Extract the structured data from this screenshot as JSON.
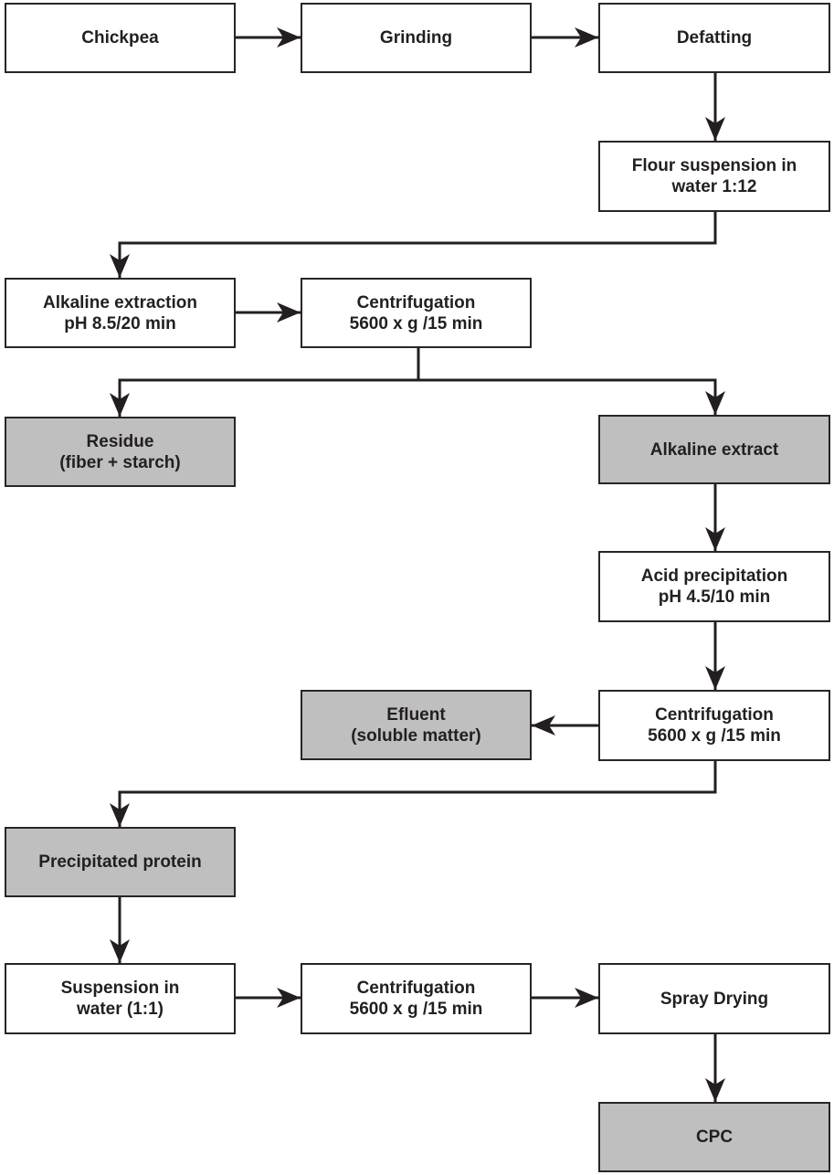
{
  "colors": {
    "line": "#231f20",
    "product_fill": "#c0bfbf",
    "step_fill": "#ffffff"
  },
  "nodes": {
    "chickpea": {
      "lines": [
        "Chickpea"
      ],
      "kind": "step"
    },
    "grinding": {
      "lines": [
        "Grinding"
      ],
      "kind": "step"
    },
    "defatting": {
      "lines": [
        "Defatting"
      ],
      "kind": "step"
    },
    "flour": {
      "lines": [
        "Flour suspension in",
        "water 1:12"
      ],
      "kind": "step"
    },
    "alkaline": {
      "lines": [
        "Alkaline extraction",
        "pH 8.5/20 min"
      ],
      "kind": "step"
    },
    "centrif1": {
      "lines": [
        "Centrifugation",
        "5600 x g /15 min"
      ],
      "kind": "step"
    },
    "residue": {
      "lines": [
        "Residue",
        "(fiber + starch)"
      ],
      "kind": "product"
    },
    "alk_extract": {
      "lines": [
        "Alkaline extract"
      ],
      "kind": "product"
    },
    "acid": {
      "lines": [
        "Acid precipitation",
        "pH 4.5/10 min"
      ],
      "kind": "step"
    },
    "centrif2": {
      "lines": [
        "Centrifugation",
        "5600 x g /15 min"
      ],
      "kind": "step"
    },
    "efluent": {
      "lines": [
        "Efluent",
        "(soluble matter)"
      ],
      "kind": "product"
    },
    "precip_protein": {
      "lines": [
        "Precipitated protein"
      ],
      "kind": "product"
    },
    "suspension": {
      "lines": [
        "Suspension in",
        "water (1:1)"
      ],
      "kind": "step"
    },
    "centrif3": {
      "lines": [
        "Centrifugation",
        "5600 x g /15 min"
      ],
      "kind": "step"
    },
    "spray": {
      "lines": [
        "Spray Drying"
      ],
      "kind": "step"
    },
    "cpc": {
      "lines": [
        "CPC"
      ],
      "kind": "product"
    }
  },
  "edges": [
    {
      "from": "chickpea",
      "to": "grinding"
    },
    {
      "from": "grinding",
      "to": "defatting"
    },
    {
      "from": "defatting",
      "to": "flour"
    },
    {
      "from": "flour",
      "to": "alkaline"
    },
    {
      "from": "alkaline",
      "to": "centrif1"
    },
    {
      "from": "centrif1",
      "to": "residue"
    },
    {
      "from": "centrif1",
      "to": "alk_extract"
    },
    {
      "from": "alk_extract",
      "to": "acid"
    },
    {
      "from": "acid",
      "to": "centrif2"
    },
    {
      "from": "centrif2",
      "to": "efluent"
    },
    {
      "from": "centrif2",
      "to": "precip_protein"
    },
    {
      "from": "precip_protein",
      "to": "suspension"
    },
    {
      "from": "suspension",
      "to": "centrif3"
    },
    {
      "from": "centrif3",
      "to": "spray"
    },
    {
      "from": "spray",
      "to": "cpc"
    }
  ]
}
